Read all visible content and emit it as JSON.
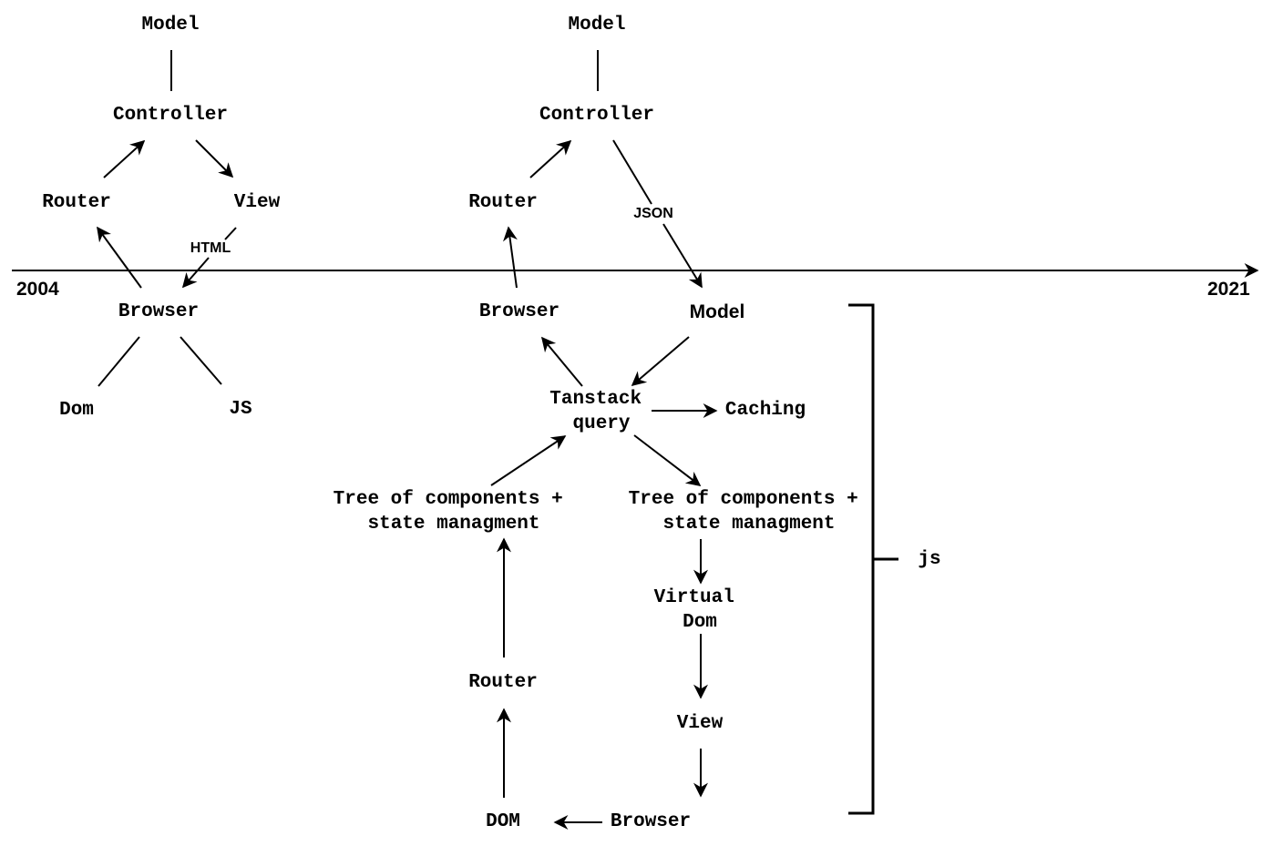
{
  "timeline": {
    "start": "2004",
    "end": "2021"
  },
  "era_2004": {
    "model": "Model",
    "controller": "Controller",
    "router": "Router",
    "view": "View",
    "html_label": "HTML",
    "browser": "Browser",
    "dom": "Dom",
    "js": "JS"
  },
  "era_2021": {
    "model_top": "Model",
    "controller": "Controller",
    "router_top": "Router",
    "json_label": "JSON",
    "browser_top": "Browser",
    "model_client": "Model",
    "tanstack": [
      "Tanstack",
      "query"
    ],
    "caching": "Caching",
    "tree_left": [
      "Tree of components +",
      "state managment"
    ],
    "tree_right": [
      "Tree of components +",
      "state managment"
    ],
    "virtual_dom": [
      "Virtual",
      "Dom"
    ],
    "view": "View",
    "router_bottom": "Router",
    "dom": "DOM",
    "browser_bottom": "Browser",
    "js_bracket_label": "js"
  },
  "colors": {
    "ink": "#000000",
    "background": "#ffffff"
  }
}
